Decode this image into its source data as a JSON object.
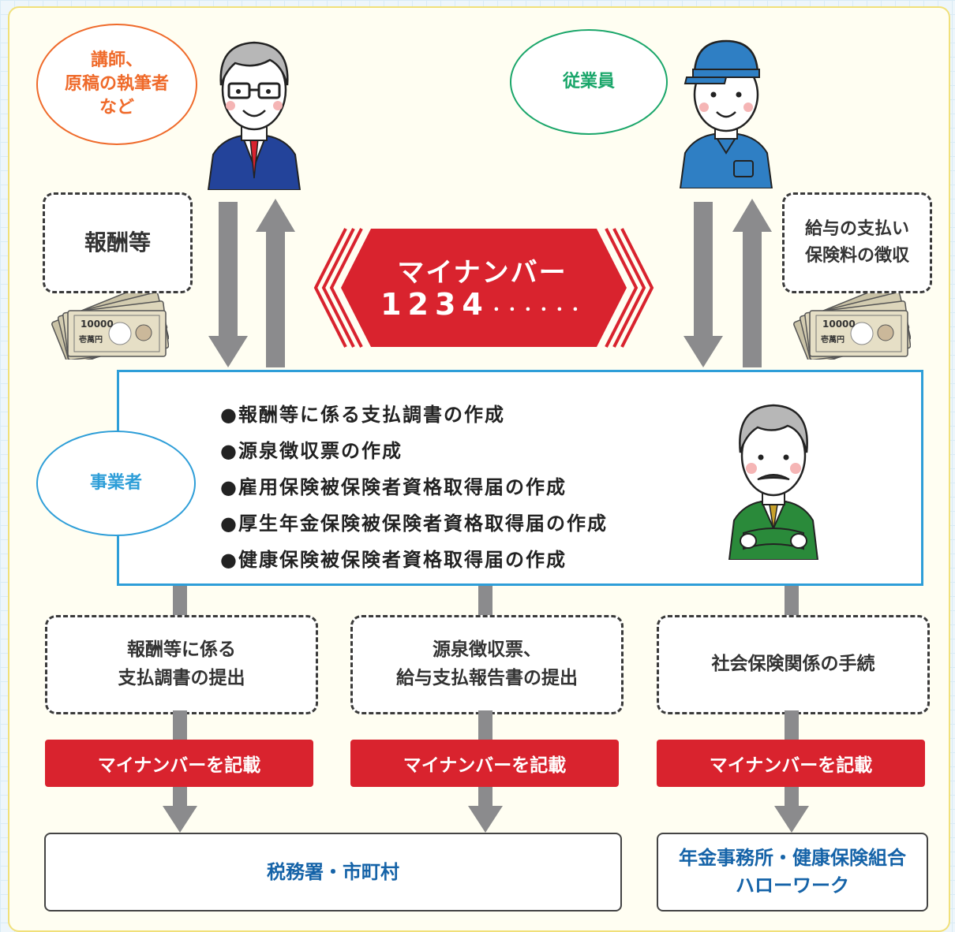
{
  "top": {
    "lecturer_label": "講師、\n原稿の執筆者\nなど",
    "employee_label": "従業員",
    "remuneration_label": "報酬等",
    "salary_label": "給与の支払い\n保険料の徴収",
    "banner_title": "マイナンバー",
    "banner_number": "1234",
    "banner_dots": "・・・・・・",
    "bill_amount": "10000",
    "bill_text": "壱萬円"
  },
  "business": {
    "label": "事業者",
    "tasks": [
      "●報酬等に係る支払調書の作成",
      "●源泉徴収票の作成",
      "●雇用保険被保険者資格取得届の作成",
      "●厚生年金保険被保険者資格取得届の作成",
      "●健康保険被保険者資格取得届の作成"
    ]
  },
  "submissions": [
    {
      "label": "報酬等に係る\n支払調書の提出",
      "tag": "マイナンバーを記載"
    },
    {
      "label": "源泉徴収票、\n給与支払報告書の提出",
      "tag": "マイナンバーを記載"
    },
    {
      "label": "社会保険関係の手続",
      "tag": "マイナンバーを記載"
    }
  ],
  "destinations": {
    "tax": "税務署・市町村",
    "social": "年金事務所・健康保険組合\nハローワーク"
  },
  "colors": {
    "accent_red": "#d9232e",
    "orange": "#ef6a2a",
    "green": "#1aa66a",
    "blue": "#2e9ed8",
    "dest_blue": "#1563a8",
    "arrow_gray": "#8b8b8d"
  }
}
